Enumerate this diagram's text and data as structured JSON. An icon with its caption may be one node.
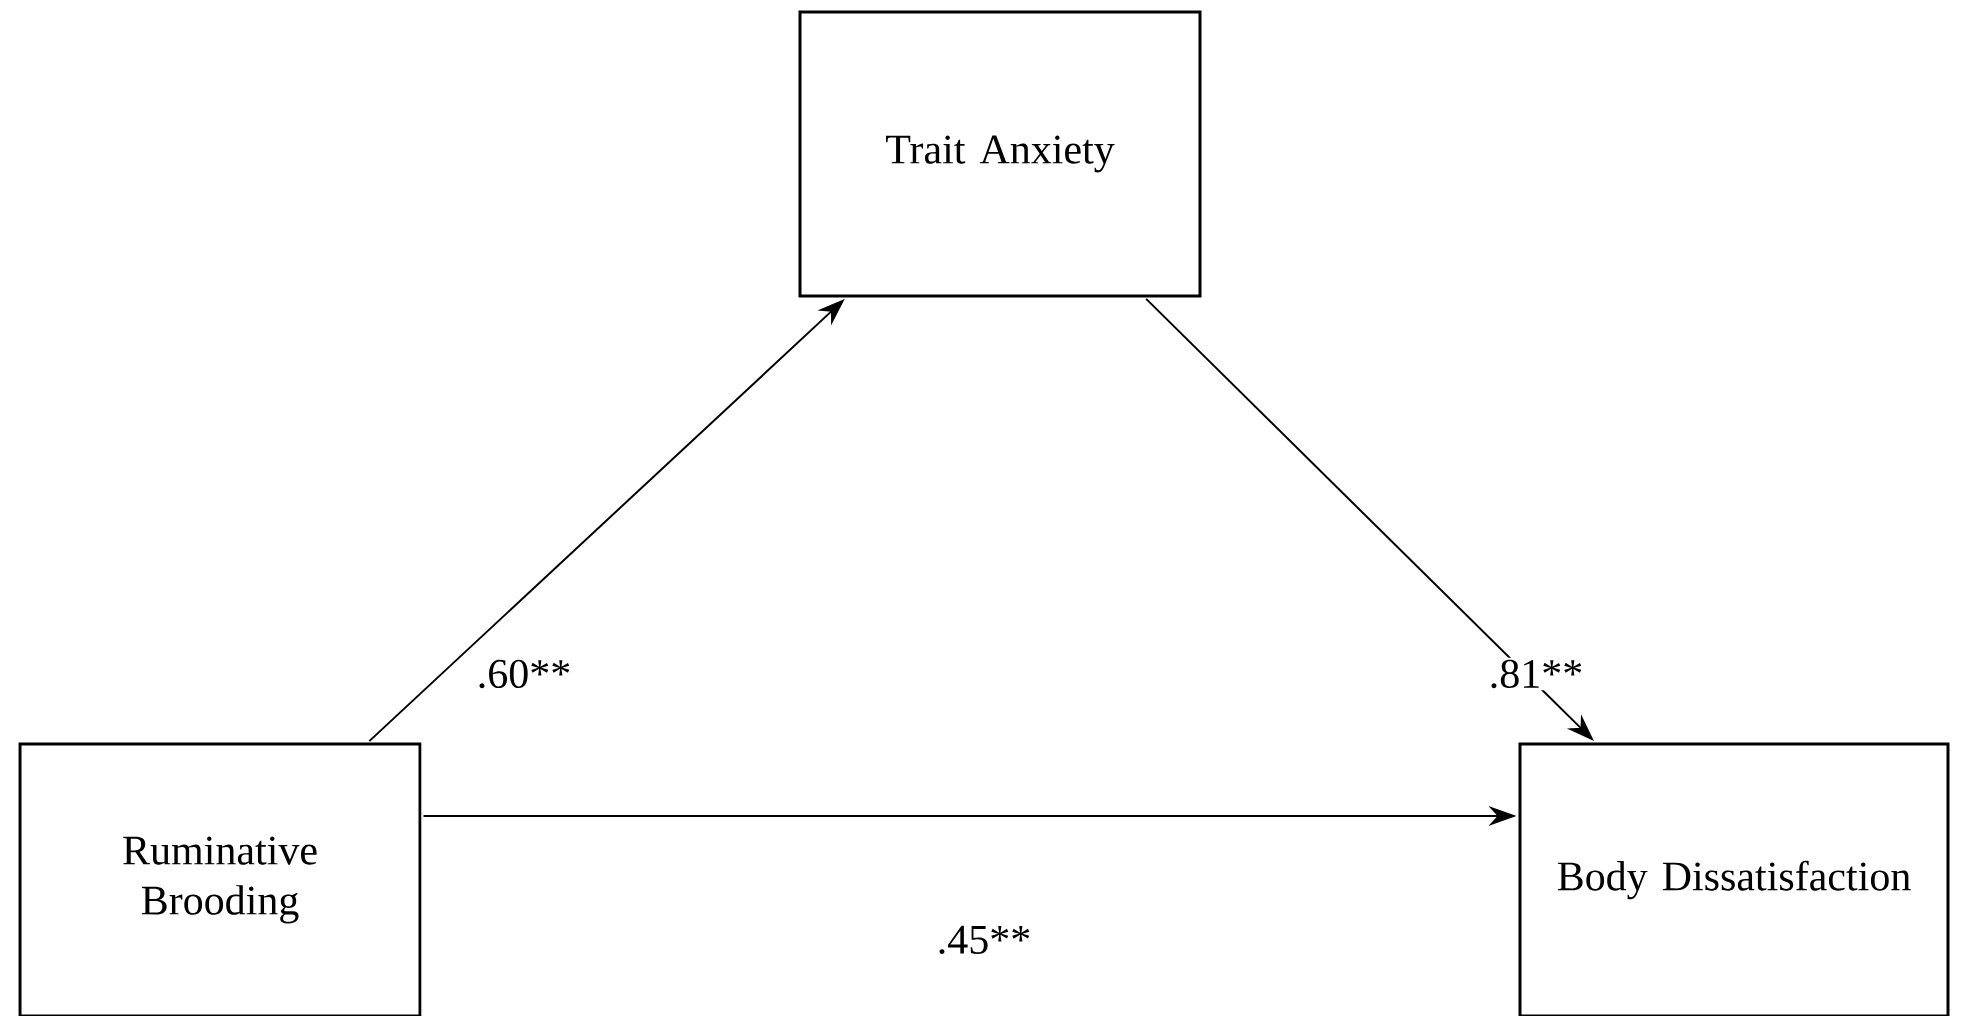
{
  "diagram": {
    "nodes": [
      {
        "text": [
          "Trait Anxiety"
        ]
      },
      {
        "text": [
          "Ruminative Brooding"
        ]
      },
      {
        "text": [
          "Body Dissatisfaction"
        ]
      }
    ],
    "edges": [
      {
        "from": 1,
        "to": 0,
        "arrow": "to",
        "label": ".60**"
      },
      {
        "from": 0,
        "to": 2,
        "arrow": "to",
        "label": ".81**"
      },
      {
        "from": 1,
        "to": 2,
        "arrow": "to",
        "label": ".45**"
      }
    ]
  }
}
